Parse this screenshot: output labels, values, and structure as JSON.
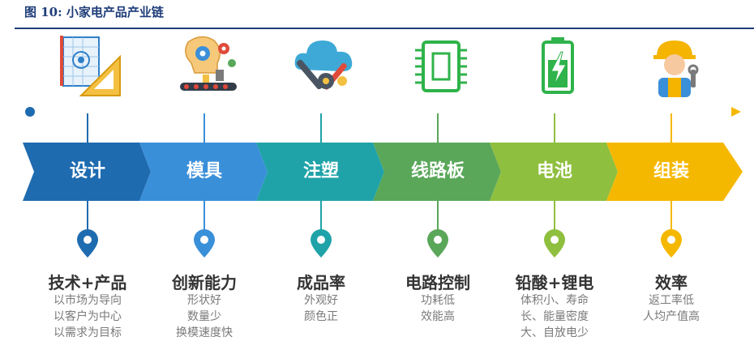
{
  "header": {
    "title": "图 10:  小家电产品产业链"
  },
  "stages": [
    {
      "label": "设计",
      "color": "#1f6bb0",
      "icon": "blueprint-icon",
      "title": "技术+产品",
      "desc": [
        "以市场为导向",
        "以客户为中心",
        "以需求为目标"
      ]
    },
    {
      "label": "模具",
      "color": "#3a8fd9",
      "icon": "factory-gears-icon",
      "title": "创新能力",
      "desc": [
        "形状好",
        "数量少",
        "换模速度快"
      ]
    },
    {
      "label": "注塑",
      "color": "#1fa3a8",
      "icon": "cloud-tools-icon",
      "title": "成品率",
      "desc": [
        "外观好",
        "颜色正"
      ]
    },
    {
      "label": "线路板",
      "color": "#5aa75a",
      "icon": "circuit-chip-icon",
      "title": "电路控制",
      "desc": [
        "功耗低",
        "效能高"
      ]
    },
    {
      "label": "电池",
      "color": "#8fbf3f",
      "icon": "battery-icon",
      "title": "铅酸+锂电",
      "desc": [
        "体积小、寿命",
        "长、能量密度",
        "大、自放电少"
      ]
    },
    {
      "label": "组装",
      "color": "#f5b800",
      "icon": "worker-icon",
      "title": "效率",
      "desc": [
        "返工率低",
        "人均产值高"
      ]
    }
  ]
}
